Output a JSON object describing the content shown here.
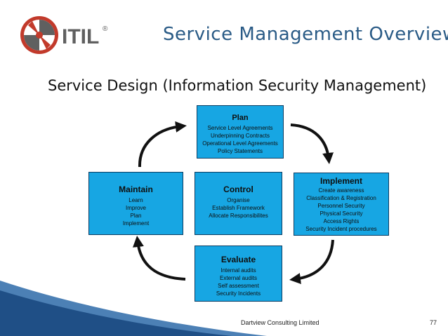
{
  "header": {
    "logo_text": "ITIL",
    "logo_mark": "®",
    "title": "Service Management Overview"
  },
  "subtitle": "Service Design (Information Security Management)",
  "boxes": {
    "plan": {
      "title": "Plan",
      "items": [
        "Service Level Agreements",
        "Underpinning Contracts",
        "Operational Level Agreements",
        "Policy Statements"
      ]
    },
    "maintain": {
      "title": "Maintain",
      "items": [
        "Learn",
        "Improve",
        "Plan",
        "Implement"
      ]
    },
    "control": {
      "title": "Control",
      "items": [
        "Organise",
        "Establish Framework",
        "Allocate Responsibilites"
      ]
    },
    "implement": {
      "title": "Implement",
      "items": [
        "Create awareness",
        "Classification & Registration",
        "Personnel Security",
        "Physical Security",
        "Access Rights",
        "Security Incident procedures"
      ]
    },
    "evaluate": {
      "title": "Evaluate",
      "items": [
        "Internal audits",
        "External audits",
        "Self assessment",
        "Security Incidents"
      ]
    }
  },
  "footer": {
    "company": "Dartview Consulting Limited",
    "page": "77"
  },
  "colors": {
    "box_fill": "#17a6e3",
    "box_border": "#0b3d63",
    "title": "#2a5b86",
    "logo_red": "#c23a2b",
    "logo_gray": "#606060",
    "swoosh": "#2d6aa8"
  },
  "icons": [
    "itil-logo-icon",
    "cycle-arrow-icon"
  ]
}
